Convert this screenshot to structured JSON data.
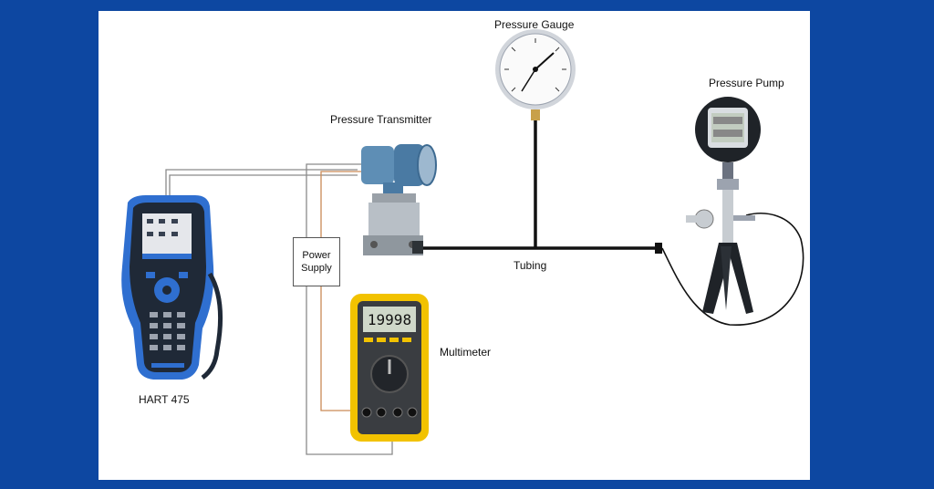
{
  "labels": {
    "pressure_gauge": "Pressure Gauge",
    "pressure_pump": "Pressure Pump",
    "pressure_transmitter": "Pressure Transmitter",
    "power_supply_line1": "Power",
    "power_supply_line2": "Supply",
    "tubing": "Tubing",
    "multimeter": "Multimeter",
    "hart": "HART 475"
  },
  "multimeter": {
    "reading": "19998"
  },
  "colors": {
    "background": "#0d47a1",
    "transmitter": "#5e8eb5",
    "communicator": "#2f6fd0",
    "multimeter_body": "#f2c200",
    "tubing": "#111111",
    "wire_gray": "#8a8a8a",
    "wire_orange": "#c98a56"
  },
  "icons": [
    "hart-communicator-icon",
    "pressure-transmitter-icon",
    "pressure-gauge-icon",
    "multimeter-icon",
    "pressure-pump-icon"
  ]
}
